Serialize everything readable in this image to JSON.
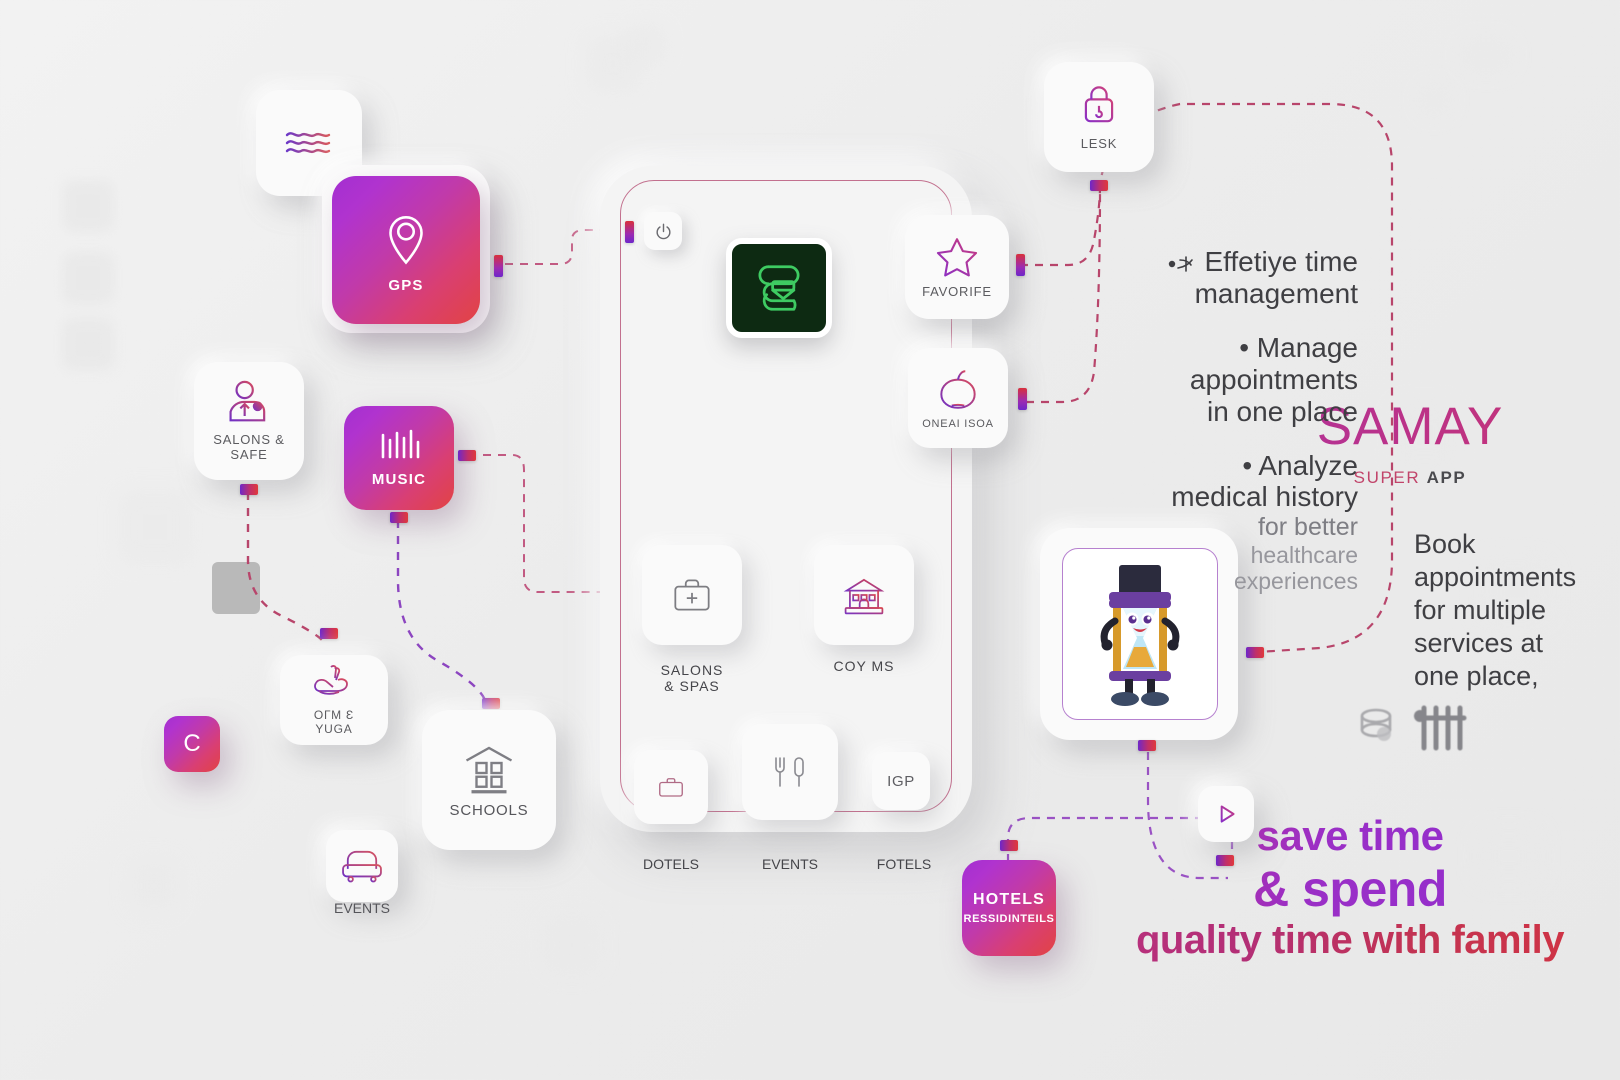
{
  "brand": {
    "name": "SAMAY",
    "tagline_super": "SUPER",
    "tagline_app": "APP",
    "logo_icon": "hourglass-logo-icon",
    "accent_purple": "#8b30c4",
    "accent_crimson": "#cf2c3c",
    "gradient_start": "#a32fd0",
    "gradient_end": "#e24343"
  },
  "phone": {
    "power_icon": "power-icon",
    "grid": [
      {
        "label": "SALONS\n& SPAS",
        "icon": "medical-kit-icon"
      },
      {
        "label": "COY MS",
        "icon": "building-icon"
      },
      {
        "label": "DOTELS",
        "icon": "briefcase-icon"
      },
      {
        "label": "EVENTS",
        "icon": "fork-knife-icon"
      },
      {
        "label": "FOTELS",
        "icon": "igp-text-icon",
        "icon_text": "IGP"
      }
    ]
  },
  "left_cards": [
    {
      "name": "waves-card",
      "label": "",
      "icon": "waves-icon"
    },
    {
      "name": "gps-tile",
      "label": "GPS",
      "icon": "map-pin-icon",
      "filled": true
    },
    {
      "name": "salons-safe-card",
      "label": "SALONS &\nSAFE",
      "icon": "person-arrow-icon"
    },
    {
      "name": "music-tile",
      "label": "MUSIC",
      "icon": "equalizer-icon",
      "filled": true
    },
    {
      "name": "c-tile",
      "label": "C",
      "icon": "letter-c-icon",
      "filled": true
    },
    {
      "name": "gym-yoga-card",
      "label": "ОГМ Ɛ\nYUGA",
      "icon": "yoga-pose-icon"
    },
    {
      "name": "schools-card",
      "label": "SCHOOLS",
      "icon": "school-building-icon"
    },
    {
      "name": "events-sofa-card",
      "label": "EVENTS",
      "icon": "sofa-icon"
    }
  ],
  "right_cards": [
    {
      "name": "lesk-card",
      "label": "LESK",
      "icon": "lock-icon"
    },
    {
      "name": "favorife-card",
      "label": "FAVORIFE",
      "icon": "star-icon"
    },
    {
      "name": "oneai-isoa-card",
      "label": "ONEAI ISOA",
      "icon": "pumpkin-icon"
    },
    {
      "name": "mascot-card",
      "label": "",
      "icon": "hourglass-mascot-icon"
    },
    {
      "name": "hotels-tile",
      "label": "HOTELS",
      "sub": "RESSIDINTEILS",
      "icon": "hotel-icon",
      "filled": true
    },
    {
      "name": "play-card",
      "label": "",
      "icon": "play-icon"
    }
  ],
  "bullets": [
    {
      "marker": "•",
      "text": "Effetiye time\nmanagement",
      "tone": "normal",
      "has_glyph": true
    },
    {
      "marker": "•",
      "text": "Manage\nappointments\nin one place",
      "tone": "normal"
    },
    {
      "marker": "•",
      "text": "Analyze\nmedical history",
      "tone": "normal"
    },
    {
      "marker": "",
      "text": "for better",
      "tone": "fade1"
    },
    {
      "marker": "",
      "text": "healthcare",
      "tone": "fade2"
    },
    {
      "marker": "",
      "text": "experiences",
      "tone": "fade2"
    }
  ],
  "book_text": "Book\nappointments\nfor multiple\nservices at\none place,",
  "tagline": {
    "line1": "save time",
    "line2": "& spend",
    "line3_a": "quality time ",
    "line3_b": "with family"
  },
  "decor_icons": [
    {
      "name": "stacked-coins-icon"
    },
    {
      "name": "fork-utensils-icon"
    }
  ]
}
